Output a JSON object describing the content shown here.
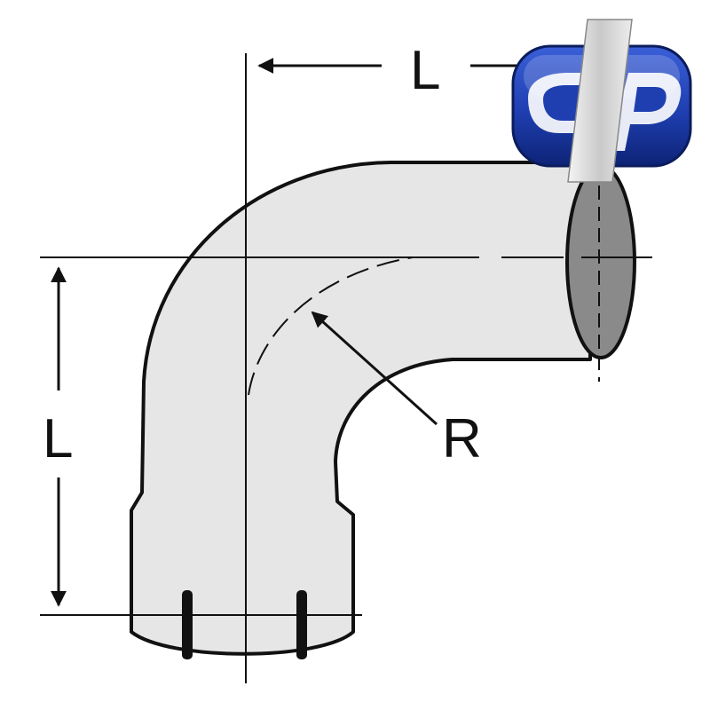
{
  "labels": {
    "length_top": "L",
    "length_left": "L",
    "radius": "R"
  },
  "logo": {
    "text": "dp",
    "colors": {
      "blue": "#1f3fb0",
      "blue_dark": "#0d2376",
      "silver": "#d8d8d8"
    }
  },
  "colors": {
    "pipe_fill": "#e6e6e6",
    "pipe_outline": "#111111",
    "end_cap": "#8a8a8a",
    "line": "#111111"
  }
}
